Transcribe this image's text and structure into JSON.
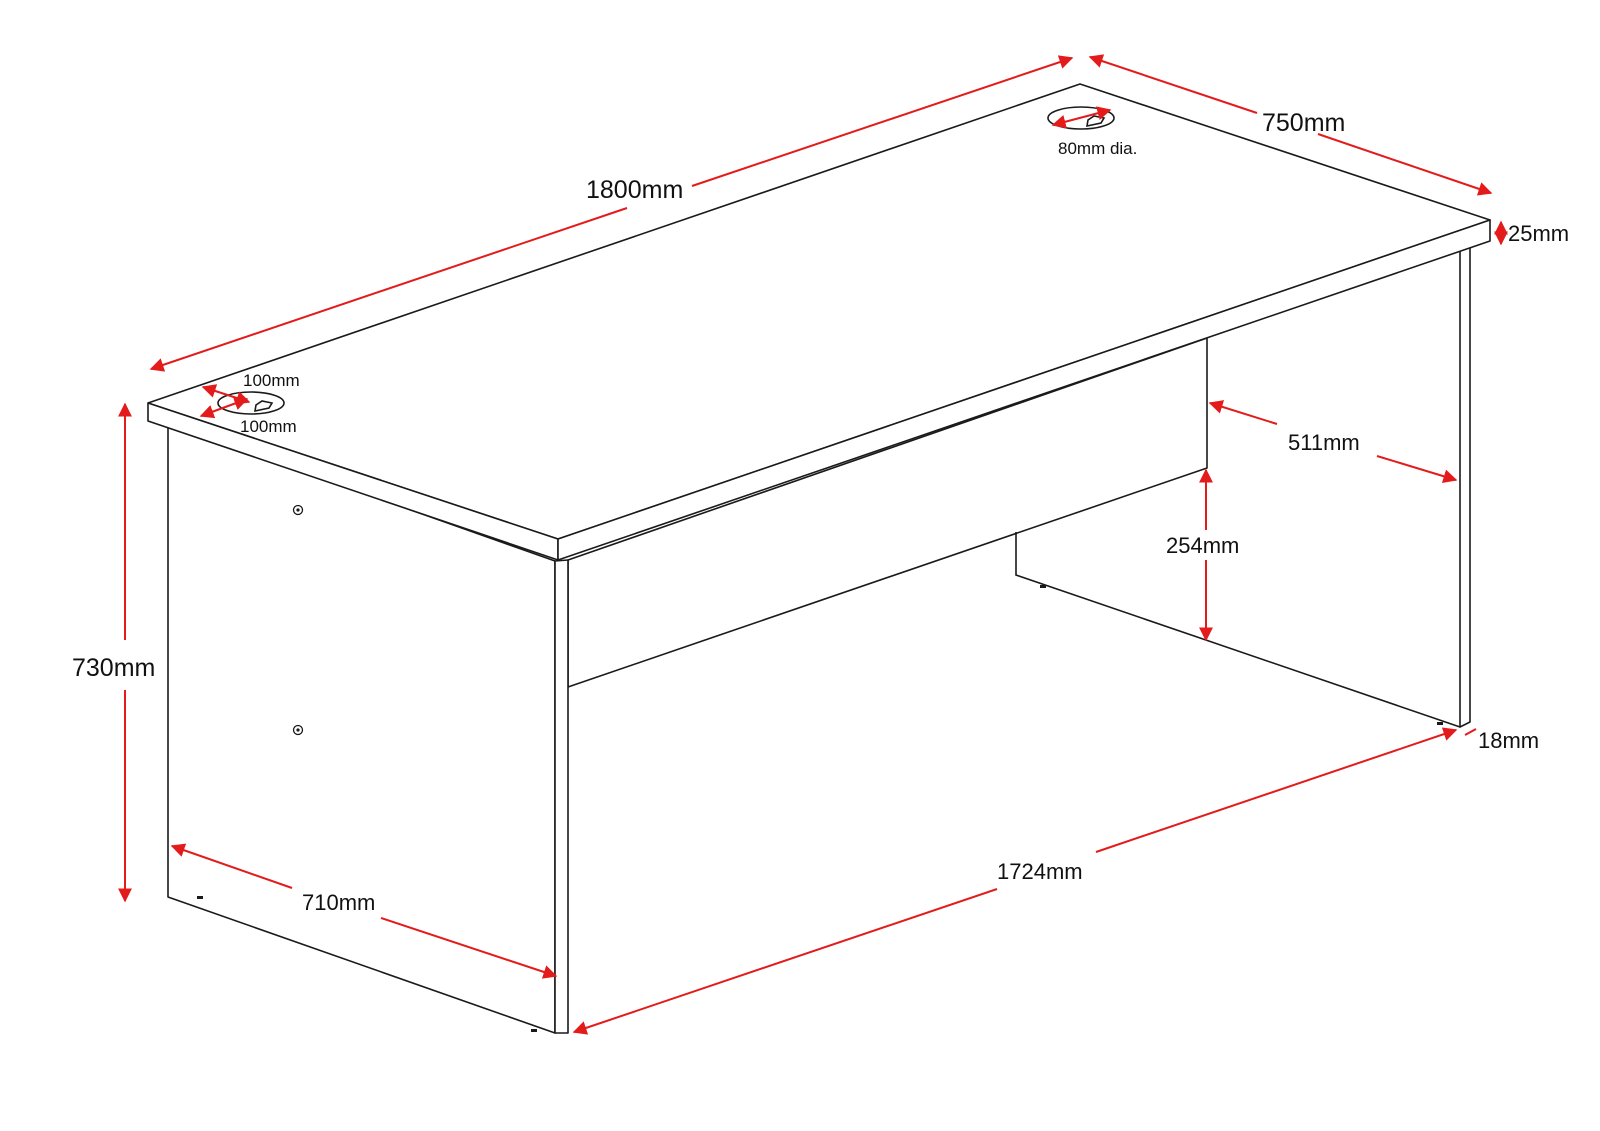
{
  "colors": {
    "dimension": "#e31b1b",
    "outline": "#1a1a1a"
  },
  "dimensions": {
    "length": "1800mm",
    "depth": "750mm",
    "top_thickness": "25mm",
    "height": "730mm",
    "grommet_diameter": "80mm dia.",
    "grommet_offset_x": "100mm",
    "grommet_offset_y": "100mm",
    "modesty_inset": "511mm",
    "modesty_height": "254mm",
    "panel_thickness": "18mm",
    "leg_depth": "710mm",
    "inner_width": "1724mm"
  }
}
